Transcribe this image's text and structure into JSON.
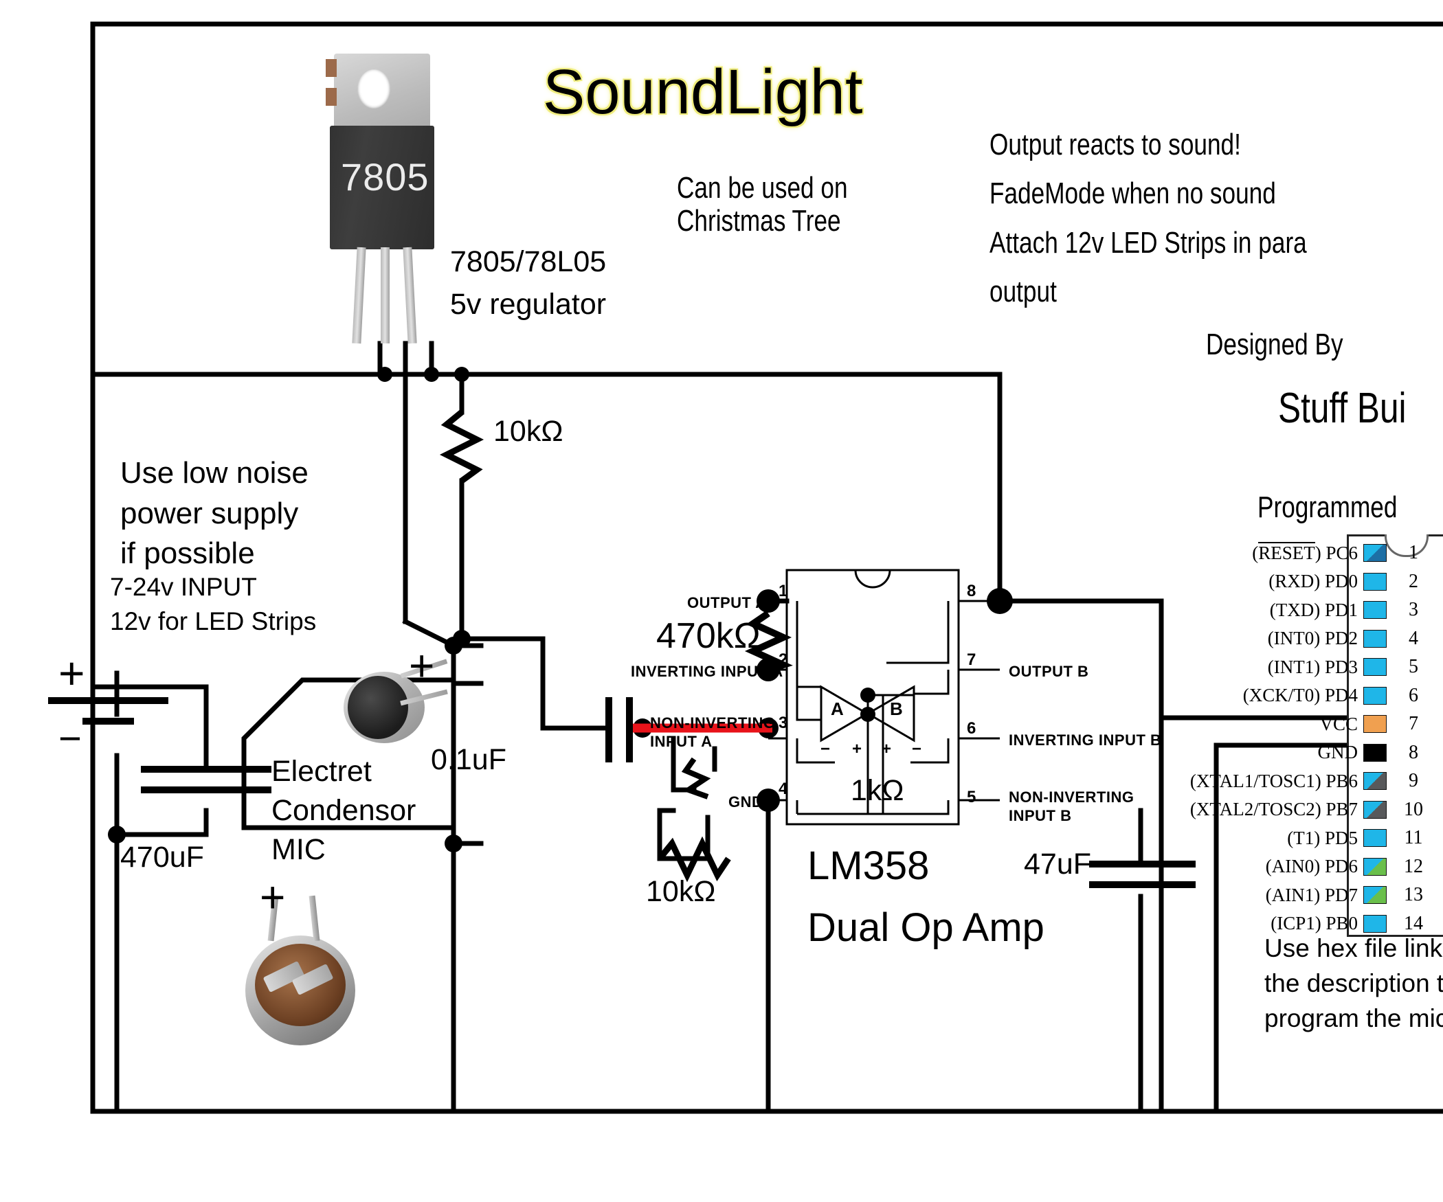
{
  "title": "SoundLight",
  "notes": {
    "use_christmas": "Can be used on\nChristmas Tree",
    "features": "Output reacts to sound!\nFadeMode when no sound\nAttach 12v LED Strips in para\noutput",
    "designed_by_label": "Designed By",
    "designer": "Stuff Bui",
    "programmed_label": "Programmed",
    "power_note": "Use low noise\npower supply\nif possible",
    "input_note": "7-24v INPUT\n12v for LED Strips",
    "hex_note": "Use hex file linke\nthe description t\nprogram the mic"
  },
  "components": {
    "regulator_photo_label": "7805",
    "regulator_caption": "7805/78L05\n5v regulator",
    "mic_caption": "Electret\nCondensor\nMIC",
    "opamp_name": "LM358",
    "opamp_desc": "Dual Op Amp",
    "battery_plus": "+",
    "battery_minus": "−",
    "mic_plus": "+",
    "mic_photo_plus": "+"
  },
  "values": {
    "r_pullup": "10kΩ",
    "r_feedback": "470kΩ",
    "r_bias_top": "1kΩ",
    "r_bias_bottom": "10kΩ",
    "c_coupling": "0.1uF",
    "c_bulk": "470uF",
    "c_filter": "47uF"
  },
  "opamp": {
    "left_pins": [
      {
        "num": "1",
        "label": "OUTPUT A"
      },
      {
        "num": "2",
        "label": "INVERTING INPUT A"
      },
      {
        "num": "3",
        "label": "NON-INVERTING\nINPUT A"
      },
      {
        "num": "4",
        "label": "GND"
      }
    ],
    "right_pins": [
      {
        "num": "8",
        "label": ""
      },
      {
        "num": "7",
        "label": "OUTPUT B"
      },
      {
        "num": "6",
        "label": "INVERTING INPUT B"
      },
      {
        "num": "5",
        "label": "NON-INVERTING\nINPUT B"
      }
    ],
    "amp_a": "A",
    "amp_b": "B",
    "sign_minus": "−",
    "sign_plus": "+"
  },
  "mcu": {
    "pins": [
      {
        "num": "1",
        "label": "(RESET) PC6",
        "overline": "RESET",
        "prefix": "(",
        "suffix": ") PC6",
        "color": "split-dark"
      },
      {
        "num": "2",
        "label": "(RXD) PD0",
        "color": "cyan"
      },
      {
        "num": "3",
        "label": "(TXD) PD1",
        "color": "cyan"
      },
      {
        "num": "4",
        "label": "(INT0) PD2",
        "color": "cyan"
      },
      {
        "num": "5",
        "label": "(INT1) PD3",
        "color": "cyan"
      },
      {
        "num": "6",
        "label": "(XCK/T0) PD4",
        "color": "cyan"
      },
      {
        "num": "7",
        "label": "VCC",
        "color": "orange"
      },
      {
        "num": "8",
        "label": "GND",
        "color": "black"
      },
      {
        "num": "9",
        "label": "(XTAL1/TOSC1) PB6",
        "color": "split-gray"
      },
      {
        "num": "10",
        "label": "(XTAL2/TOSC2) PB7",
        "color": "split-gray"
      },
      {
        "num": "11",
        "label": "(T1) PD5",
        "color": "cyan"
      },
      {
        "num": "12",
        "label": "(AIN0) PD6",
        "color": "split-green"
      },
      {
        "num": "13",
        "label": "(AIN1) PD7",
        "color": "split-green"
      },
      {
        "num": "14",
        "label": "(ICP1) PB0",
        "color": "cyan"
      }
    ]
  },
  "colors": {
    "wire": "#000000",
    "signal_trace": "#e8131a",
    "title_glow": "#f2ef8a",
    "pin_cyan": "#1fb6e8",
    "pin_dark": "#1d6fa5",
    "pin_gray": "#58595b",
    "pin_green": "#6abf4b",
    "pin_orange": "#f0a050",
    "pin_black": "#000000",
    "background": "#ffffff"
  }
}
